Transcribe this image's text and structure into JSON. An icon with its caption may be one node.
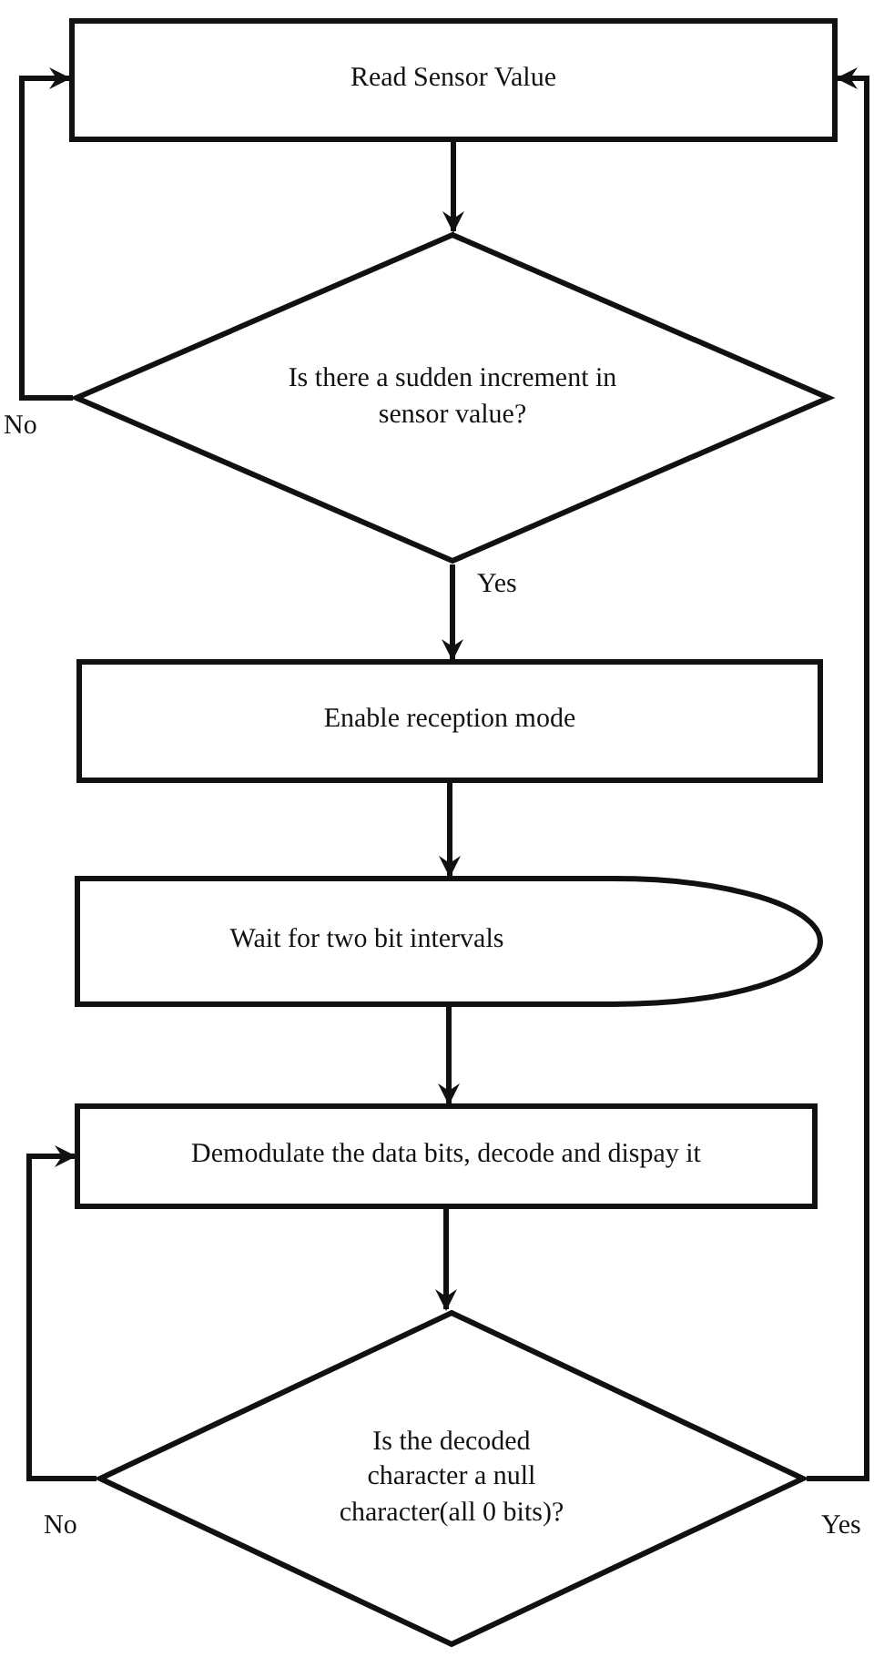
{
  "diagram": {
    "nodes": [
      {
        "text": [
          "Read Sensor Value"
        ]
      },
      {
        "text": [
          "Is there a sudden increment in sensor value?"
        ]
      },
      {
        "text": [
          "Enable reception mode"
        ]
      },
      {
        "text": [
          "Wait for two bit intervals"
        ]
      },
      {
        "text": [
          "Demodulate the data bits, decode and dispay it"
        ]
      },
      {
        "text": [
          "Is the decoded character a null character(all 0 bits)?"
        ]
      }
    ],
    "edges": [
      {
        "from": 0,
        "to": 1,
        "arrow": "to"
      },
      {
        "from": 1,
        "to": 2,
        "arrow": "to",
        "label": "Yes"
      },
      {
        "from": 1,
        "to": 0,
        "arrow": "to",
        "label": "No"
      },
      {
        "from": 2,
        "to": 3,
        "arrow": "to"
      },
      {
        "from": 3,
        "to": 4,
        "arrow": "to"
      },
      {
        "from": 4,
        "to": 5,
        "arrow": "to"
      },
      {
        "from": 5,
        "to": 4,
        "arrow": "to",
        "label": "No"
      },
      {
        "from": 5,
        "to": 0,
        "arrow": "to",
        "label": "Yes"
      }
    ]
  }
}
